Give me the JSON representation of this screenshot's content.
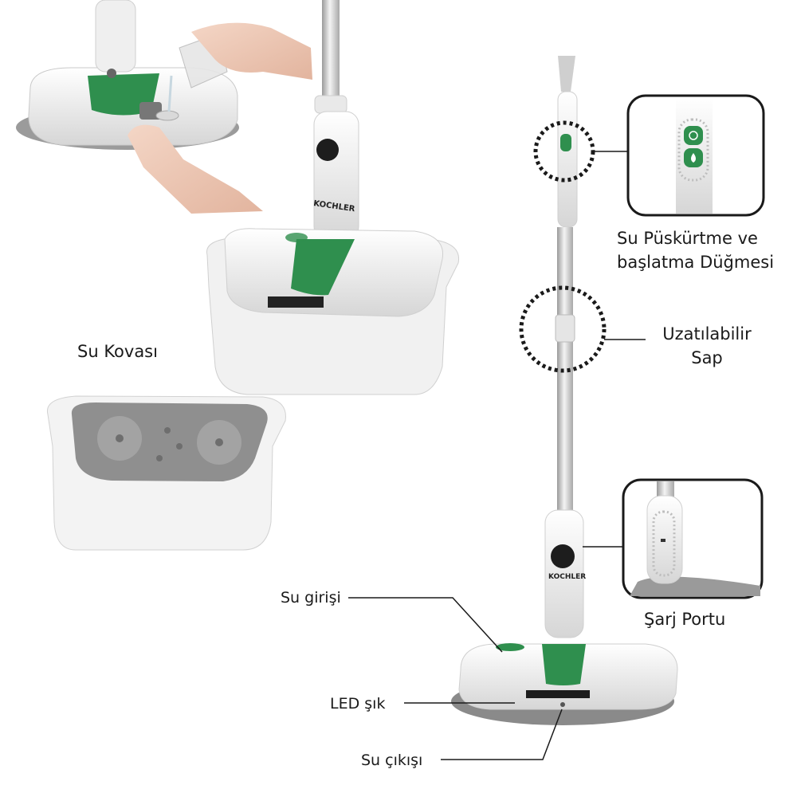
{
  "labels": {
    "spray_button": [
      "Su Püskürtme ve",
      "başlatma Düğmesi"
    ],
    "handle": [
      "Uzatılabilir",
      "Sap"
    ],
    "bucket": "Su Kovası",
    "charge_port": "Şarj Portu",
    "water_inlet": "Su girişi",
    "led": "LED  şık",
    "water_outlet": "Su çıkışı"
  },
  "brand": "KOCHLER",
  "colors": {
    "accent_green": "#2f8f4e",
    "body_white": "#f2f2f2",
    "shadow_gray": "#cfcfcf",
    "pad_gray": "#8a8a8a",
    "line": "#1a1a1a"
  }
}
